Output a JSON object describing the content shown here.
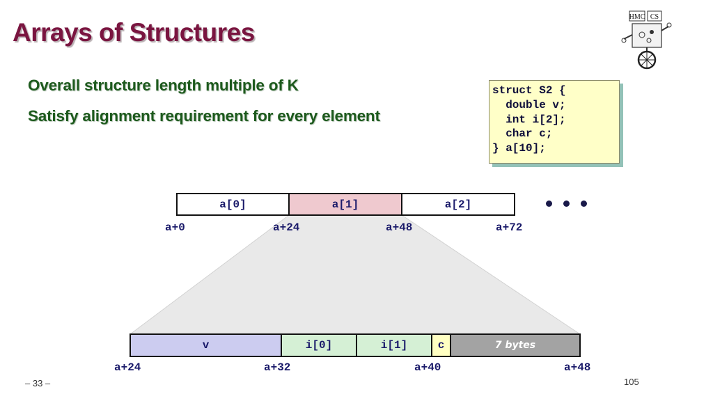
{
  "slide": {
    "title": "Arrays of Structures",
    "bullets": [
      "Overall structure length multiple of K",
      "Satisfy alignment requirement for every element"
    ],
    "code_lines": [
      "struct S2 {",
      "  double v;",
      "  int i[2];",
      "  char c;",
      "} a[10];"
    ],
    "logo_text": [
      "HMC",
      "CS"
    ],
    "array_row": {
      "cells": [
        "a[0]",
        "a[1]",
        "a[2]"
      ],
      "addresses": [
        "a+0",
        "a+24",
        "a+48",
        "a+72"
      ]
    },
    "struct_row": {
      "cells": [
        "v",
        "i[0]",
        "i[1]",
        "c"
      ],
      "padding_label": "7 bytes",
      "addresses": [
        "a+24",
        "a+32",
        "a+40",
        "a+48"
      ]
    },
    "page_number": "– 33 –",
    "slide_number": "105",
    "colors": {
      "title": "#7a1540",
      "bullet_text": "#1d5a1d",
      "highlight_cell": "#efc9cf",
      "v_cell": "#ccccf0",
      "int_cell": "#d5f0d5",
      "char_cell": "#ffffc2",
      "padding_cell": "#a3a3a3"
    }
  }
}
